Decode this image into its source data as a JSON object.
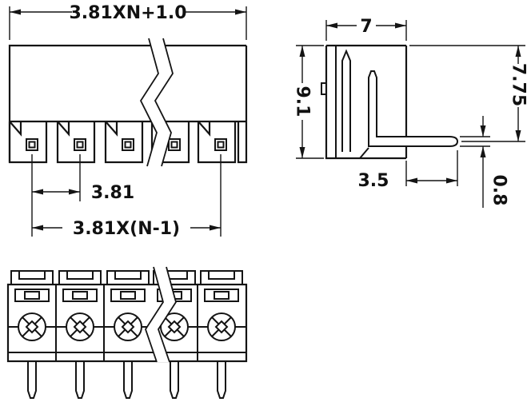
{
  "colors": {
    "line": "#141414",
    "background": "#ffffff"
  },
  "views": {
    "front": {
      "dims": {
        "overall_width": "3.81XN+1.0",
        "pitch": "3.81",
        "span": "3.81X(N-1)"
      }
    },
    "side": {
      "dims": {
        "width": "7",
        "height": "9.1",
        "pin_drop": "7.75",
        "pin_offset": "3.5",
        "pin_thickness": "0.8"
      }
    }
  }
}
